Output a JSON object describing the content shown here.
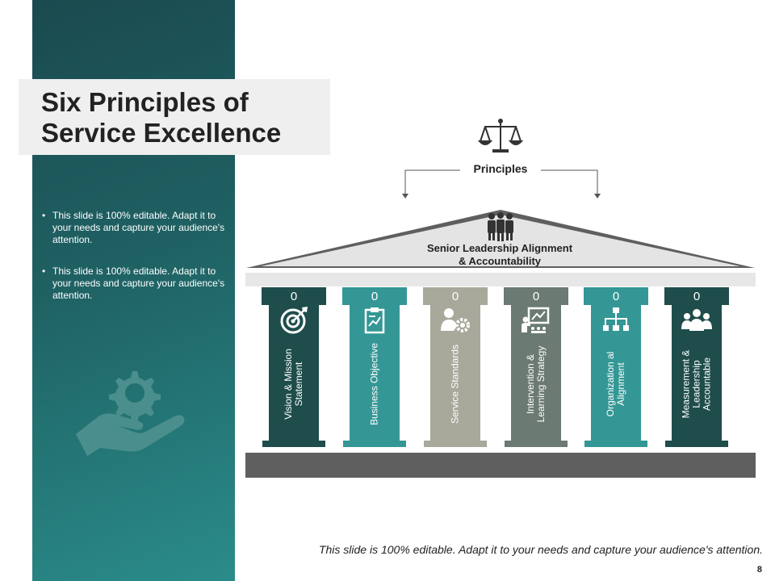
{
  "slide": {
    "title_line1": "Six Principles of",
    "title_line2": "Service Excellence",
    "bullets": [
      "This slide is 100% editable. Adapt it to your needs and capture your audience's attention.",
      "This slide is 100% editable. Adapt it to your needs and capture your audience's attention."
    ],
    "principles_label": "Principles",
    "roof_line1": "Senior Leadership Alignment",
    "roof_line2": "& Accountability",
    "footer": "This slide is 100% editable. Adapt it to your needs and capture your audience's attention.",
    "page_number": "8"
  },
  "columns": [
    {
      "number": "0",
      "label": "Vision & Mission Statement",
      "icon": "target-icon",
      "color": "#1e4d4b"
    },
    {
      "number": "0",
      "label": "Business Objective",
      "icon": "clipboard-icon",
      "color": "#349795"
    },
    {
      "number": "0",
      "label": "Service Standards",
      "icon": "person-gear-icon",
      "color": "#a8a89b"
    },
    {
      "number": "0",
      "label": "Intervention & Learning Strategy",
      "icon": "presentation-icon",
      "color": "#6b7a73"
    },
    {
      "number": "0",
      "label": "Organization al Alignment",
      "icon": "org-chart-icon",
      "color": "#349795"
    },
    {
      "number": "0",
      "label": "Measurement & Leadership Accountable",
      "icon": "team-icon",
      "color": "#1e4d4b"
    }
  ],
  "colors": {
    "panel": "#1f6163",
    "panel_light": "#2a8c8a",
    "roof": "#e4e4e4",
    "base": "#5f5f5f"
  }
}
